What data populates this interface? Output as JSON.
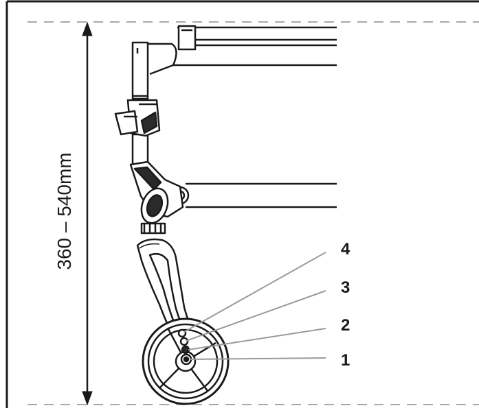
{
  "dimension": {
    "label": "360 – 540mm"
  },
  "callouts": [
    {
      "id": "4",
      "label": "4"
    },
    {
      "id": "3",
      "label": "3"
    },
    {
      "id": "2",
      "label": "2"
    },
    {
      "id": "1",
      "label": "1"
    }
  ],
  "colors": {
    "frame": "#1a1a1a",
    "leader": "#9a9a9a",
    "guide": "#a8a8a8"
  }
}
